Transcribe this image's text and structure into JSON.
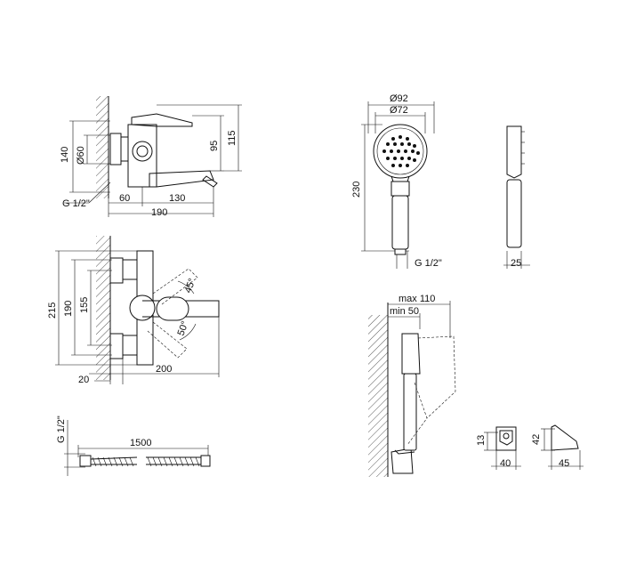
{
  "views": {
    "mixer_side": {
      "dims": {
        "d1": "140",
        "d2": "Ø60",
        "d3": "95",
        "d4": "115",
        "d5": "60",
        "d6": "130",
        "d7": "190",
        "d8": "G 1/2\""
      }
    },
    "mixer_top": {
      "dims": {
        "d1": "215",
        "d2": "190",
        "d3": "155",
        "d4": "45°",
        "d5": "50°",
        "d6": "20",
        "d7": "200"
      }
    },
    "hose": {
      "dims": {
        "d1": "G 1/2\"",
        "d2": "1500"
      }
    },
    "handshower_front": {
      "dims": {
        "d1": "Ø92",
        "d2": "Ø72",
        "d3": "230",
        "d4": "G 1/2\""
      }
    },
    "handshower_side": {
      "dims": {
        "d1": "25"
      }
    },
    "holder_install": {
      "dims": {
        "d1": "max 110",
        "d2": "min 50"
      }
    },
    "holder_front": {
      "dims": {
        "d1": "13",
        "d2": "40"
      }
    },
    "holder_side": {
      "dims": {
        "d1": "42",
        "d2": "45"
      }
    }
  }
}
